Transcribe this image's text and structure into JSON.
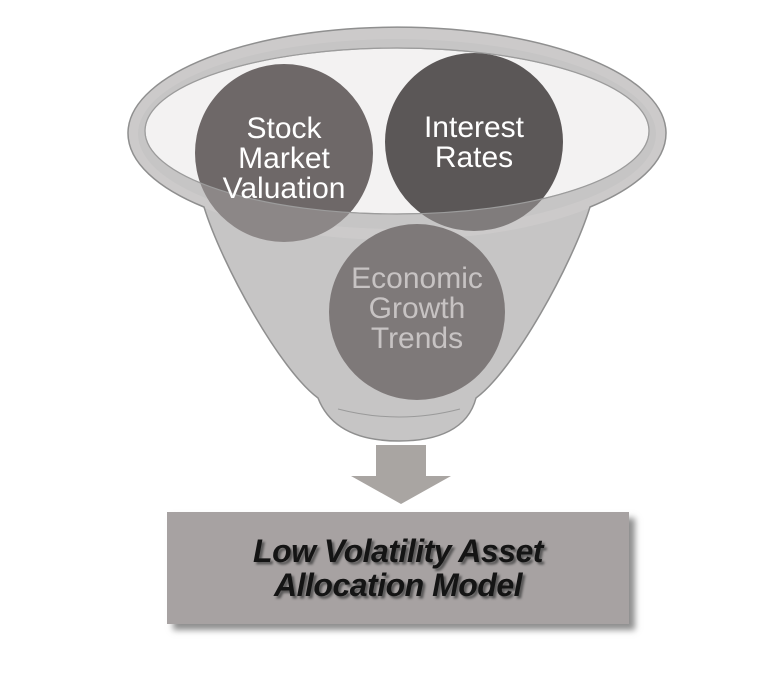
{
  "diagram": {
    "type": "funnel",
    "inputs": [
      {
        "label": "Stock\nMarket\nValuation",
        "fill": "#6e6868",
        "text_color": "#ffffff"
      },
      {
        "label": "Interest\nRates",
        "fill": "#5b5757",
        "text_color": "#ffffff"
      },
      {
        "label": "Economic\nGrowth\nTrends",
        "fill": "#7e7979",
        "text_color": "#c7c3c3"
      }
    ],
    "output": {
      "label": "Low Volatility Asset\nAllocation Model"
    },
    "colors": {
      "funnel_body": "#c6c5c5",
      "funnel_rim": "#cfcece",
      "funnel_mouth": "#f3f2f2",
      "outline": "#8f8f8f",
      "arrow": "#a9a5a2",
      "output_box": "#a7a2a2",
      "output_text": "#141414",
      "background": "#ffffff"
    }
  }
}
